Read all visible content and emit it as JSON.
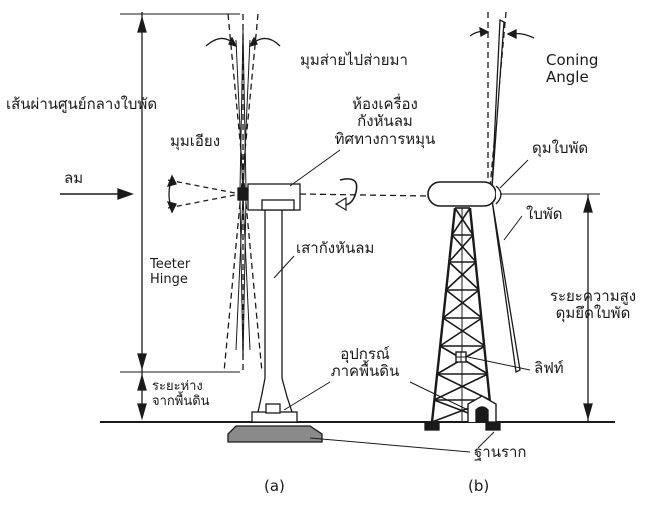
{
  "labels": {
    "rotor_centerline": "เส้นผ่านศูนย์กลางใบพัด",
    "teeter_angle": "มุมส่ายไปส่ายมา",
    "nacelle_line1": "ห้องเครื่อง",
    "nacelle_line2": "กังหันลม",
    "yaw_line1": "ทิศทางการหมุน",
    "yaw_angle": "มุมเอียง",
    "wind": "ลม",
    "teeter_hinge_line1": "Teeter",
    "teeter_hinge_line2": "Hinge",
    "tower": "เสากังหันลม",
    "clearance_line1": "ระยะห่าง",
    "clearance_line2": "จากพื้นดิน",
    "ground_equipment_line1": "อุปกรณ์",
    "ground_equipment_line2": "ภาคพื้นดิน",
    "foundation": "ฐานราก",
    "coning_line1": "Coning",
    "coning_line2": "Angle",
    "hub": "ดุมใบพัด",
    "blade": "ใบพัด",
    "hub_height_line1": "ระยะความสูง",
    "hub_height_line2": "ดุมยึดใบพัด",
    "lift": "ลิฟท์",
    "caption_a": "(a)",
    "caption_b": "(b)"
  }
}
